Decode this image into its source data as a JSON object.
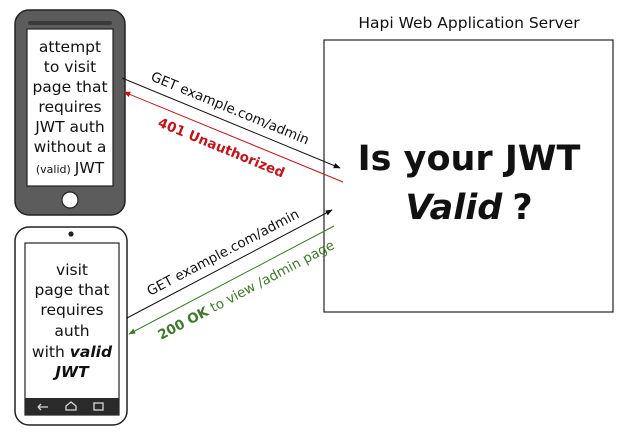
{
  "server": {
    "title": "Hapi Web Application Server",
    "question_line1": "Is your JWT",
    "question_valid": "Valid",
    "question_mark": "?"
  },
  "phone_top": {
    "lines": [
      "attempt",
      "to visit",
      "page that",
      "requires",
      "JWT auth",
      "without a"
    ],
    "valid_small": "(valid)",
    "jwt": "JWT"
  },
  "phone_bottom": {
    "lines": [
      "visit",
      "page that",
      "requires",
      "auth"
    ],
    "with_text": "with",
    "valid_text": "valid",
    "jwt_text": "JWT"
  },
  "arrows": {
    "top_request": "GET  example.com/admin",
    "top_response": "401 Unauthorized",
    "bottom_request": "GET  example.com/admin",
    "bottom_response_bold": "200 OK",
    "bottom_response_rest": " to view /admin page"
  },
  "colors": {
    "unauthorized": "#c0151b",
    "ok": "#3f7a2b",
    "phone_dark": "#5a5a5a"
  }
}
